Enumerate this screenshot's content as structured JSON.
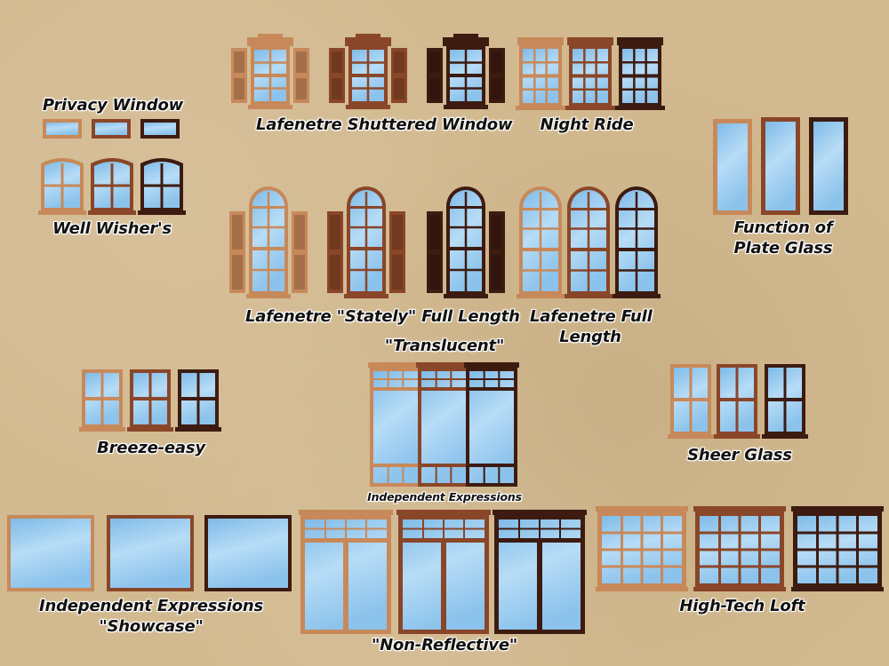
{
  "labels": {
    "privacy": "Privacy Window",
    "lafenetre_shuttered": "Lafenetre Shuttered Window",
    "night_ride": "Night Ride",
    "well_wisher": "Well Wisher's",
    "function_plate_1": "Function of",
    "function_plate_2": "Plate Glass",
    "stately": "Lafenetre \"Stately\" Full Length",
    "lafenetre_full_1": "Lafenetre Full",
    "lafenetre_full_2": "Length",
    "translucent": "\"Translucent\"",
    "breeze": "Breeze-easy",
    "sheer": "Sheer Glass",
    "indep_small": "Independent Expressions",
    "showcase_1": "Independent Expressions",
    "showcase_2": "\"Showcase\"",
    "high_tech": "High-Tech Loft",
    "non_reflective": "\"Non-Reflective\""
  },
  "colors": {
    "light_wood": "#c8895a",
    "medium_wood": "#8a4628",
    "dark_wood": "#3d1b10",
    "glass": "#9fd0f2"
  }
}
